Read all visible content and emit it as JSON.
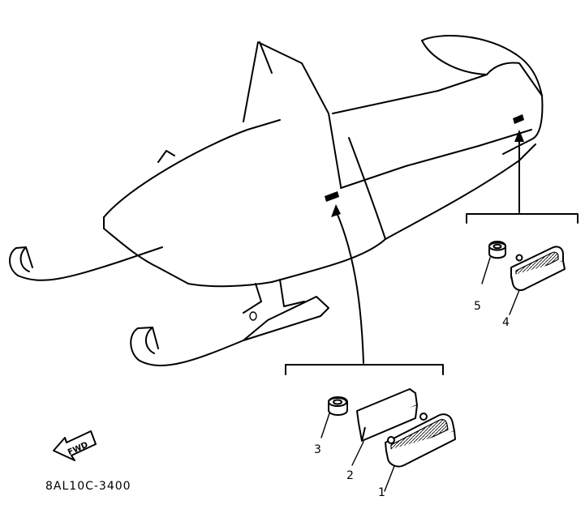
{
  "diagram": {
    "drawing_code": "8AL10C-3400",
    "fwd_label": "FWD",
    "callouts": {
      "part1": "1",
      "part2": "2",
      "part3": "3",
      "part4": "4",
      "part5": "5"
    },
    "colors": {
      "ink": "#000000",
      "paper": "#ffffff"
    }
  }
}
